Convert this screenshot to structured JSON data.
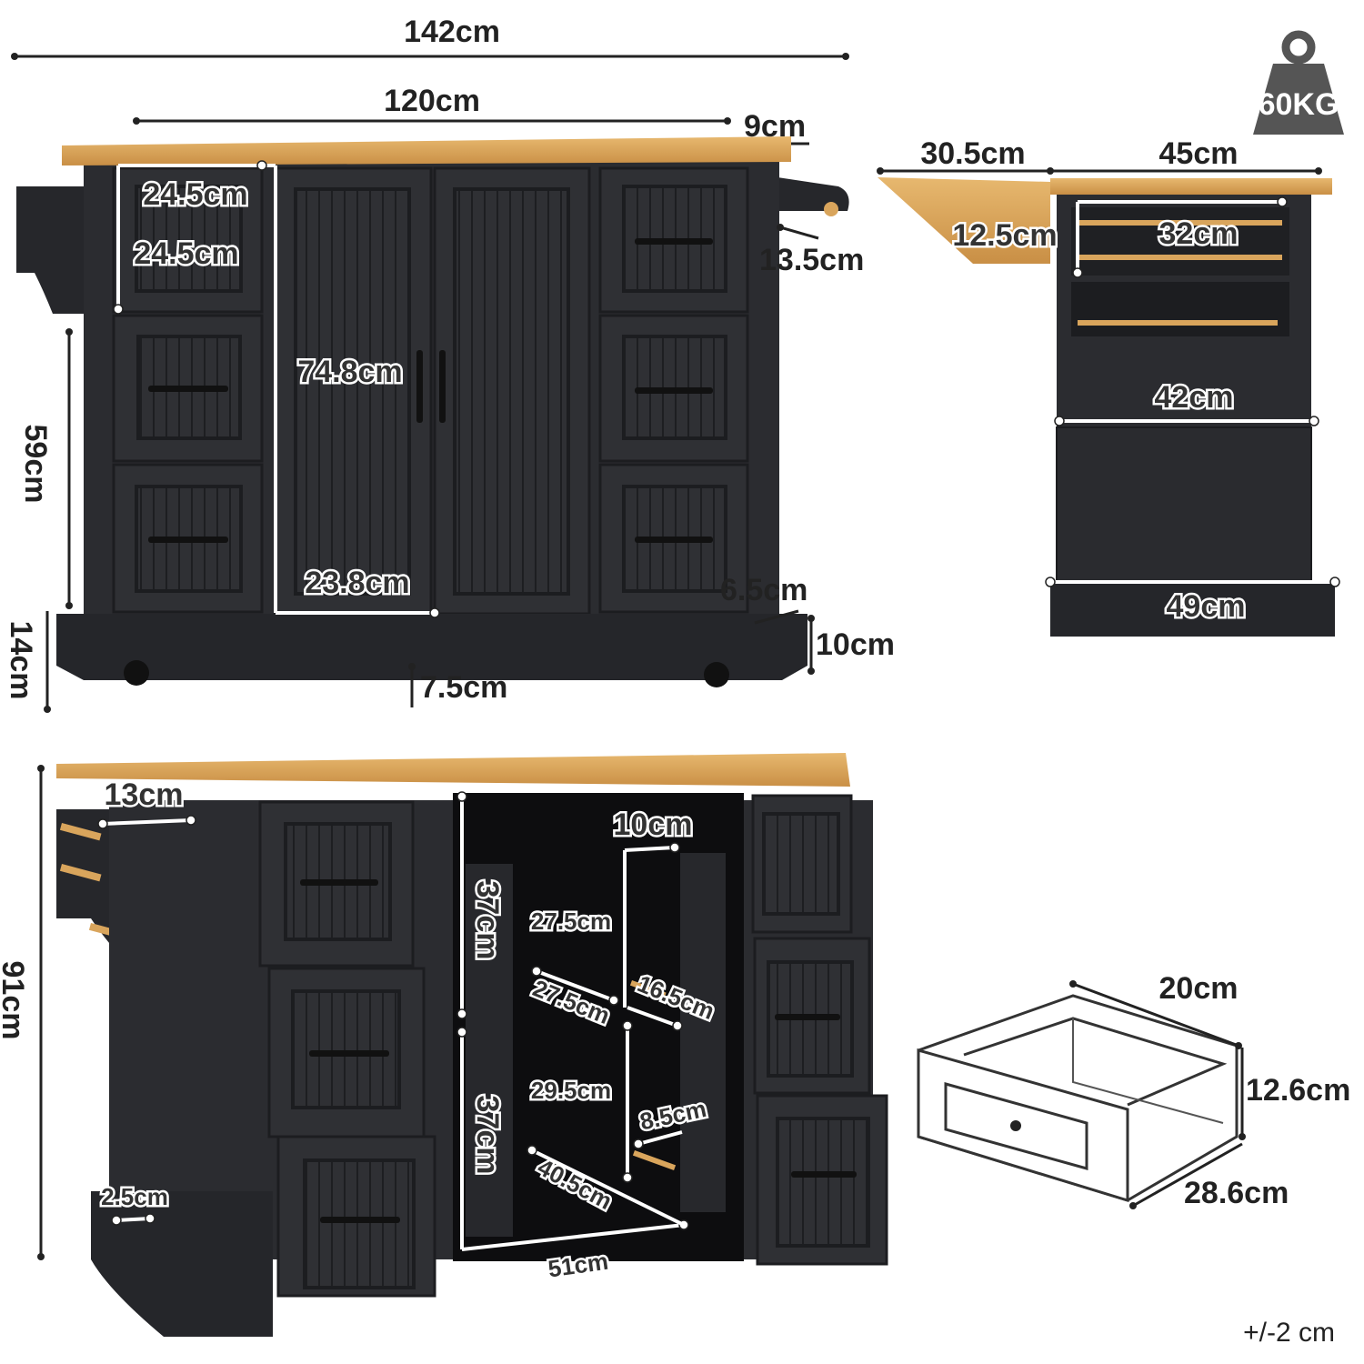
{
  "colors": {
    "cabinet": "#2b2c30",
    "cabinet_dark": "#1c1d20",
    "wood_top": "#d9a55c",
    "weight_icon": "#555555"
  },
  "weight_badge": {
    "label": "60KG",
    "icon": "weight-icon"
  },
  "front_view": {
    "total_width": "142cm",
    "body_width": "120cm",
    "top_overhang": "9cm",
    "drawer_width": "24.5cm",
    "drawer_height": "24.5cm",
    "door_height": "74.8cm",
    "door_width": "23.8cm",
    "side_hook": "13.5cm",
    "body_height": "59cm",
    "base_height": "14cm",
    "base_inset": "6.5cm",
    "base_thickness": "10cm",
    "wheel_height": "7.5cm"
  },
  "side_view": {
    "leaf_width": "30.5cm",
    "depth": "45cm",
    "leaf_depth": "12.5cm",
    "rack_width": "32cm",
    "inner_width": "42cm",
    "base_width": "49cm"
  },
  "open_view": {
    "total_height": "91cm",
    "spice_rack": "13cm",
    "shelf_depth_top": "10cm",
    "upper_height": "37cm",
    "lower_height": "37cm",
    "shelf_width_1": "27.5cm",
    "shelf_width_2": "27.5cm",
    "door_rack": "16.5cm",
    "shelf_width_3": "29.5cm",
    "door_rack_2": "8.5cm",
    "diagonal": "40.5cm",
    "bottom_width": "51cm",
    "base_lip": "2.5cm"
  },
  "drawer_detail": {
    "depth": "20cm",
    "height": "12.6cm",
    "width": "28.6cm"
  },
  "tolerance": "+/-2 cm"
}
